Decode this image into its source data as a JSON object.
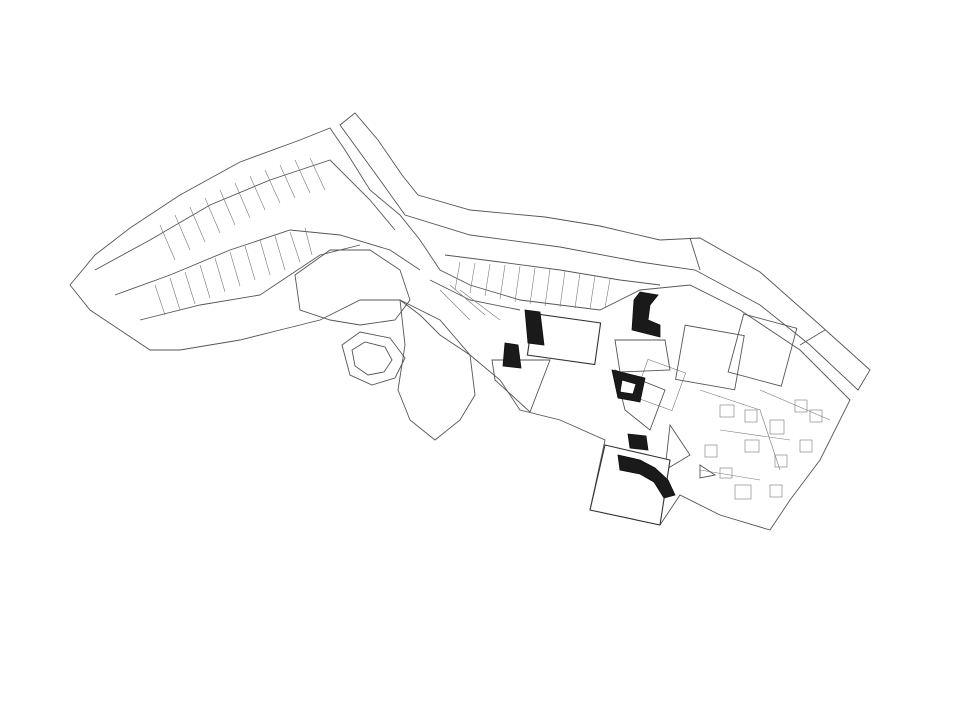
{
  "map": {
    "type": "figure-ground site plan",
    "colors": {
      "background": "#ffffff",
      "linework": "#555555",
      "highlighted_buildings": "#1a1a1a"
    },
    "layers": [
      "river",
      "town-parcels",
      "castle",
      "open-spaces",
      "highlighted-buildings"
    ]
  }
}
